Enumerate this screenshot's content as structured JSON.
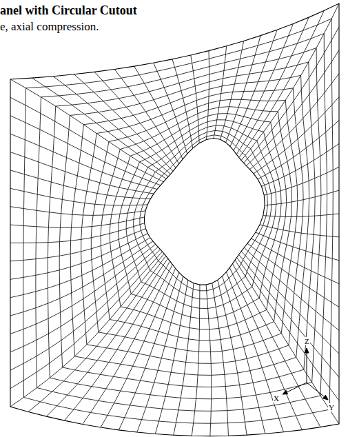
{
  "diagram": {
    "title": "anel with Circular Cutout",
    "labels": [
      "e, axial compression.",
      "Z",
      "X",
      "Y"
    ]
  }
}
